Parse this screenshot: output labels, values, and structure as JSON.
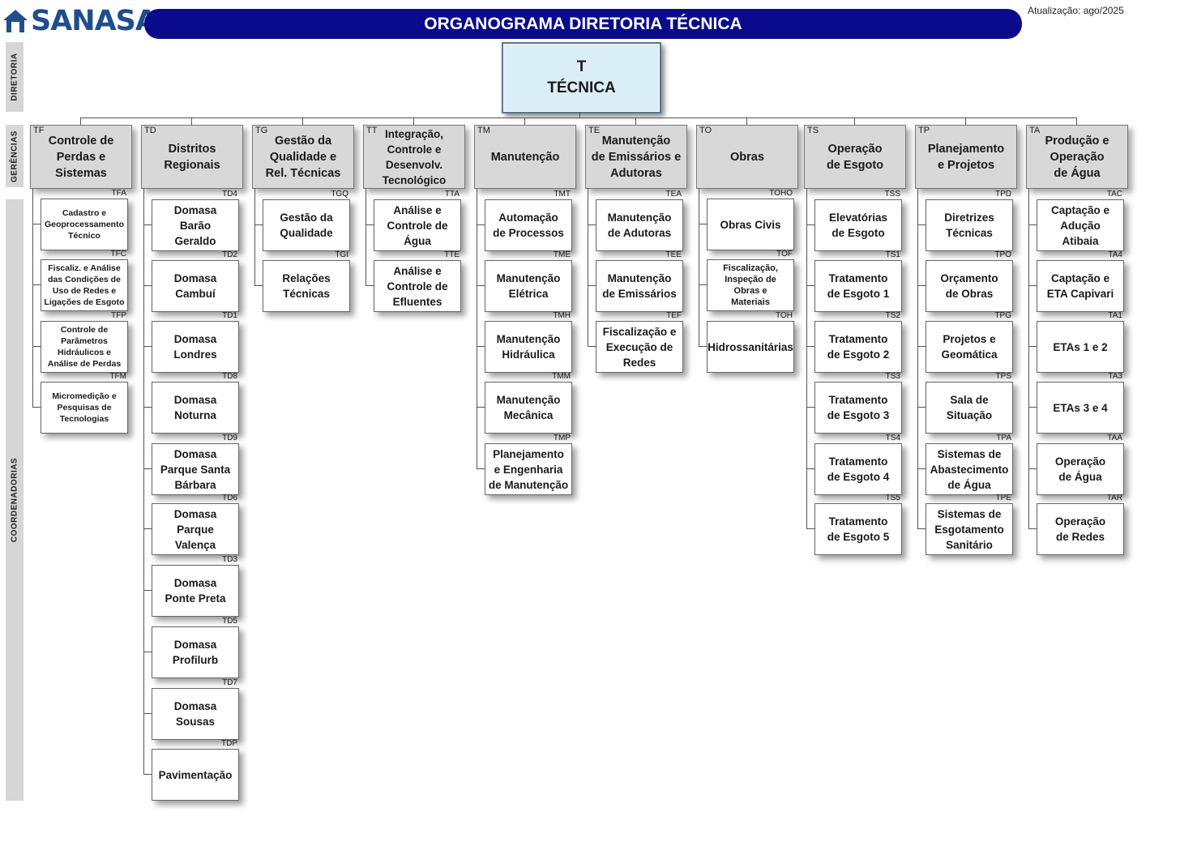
{
  "header": {
    "logo_text": "SANASA",
    "title": "ORGANOGRAMA DIRETORIA TÉCNICA",
    "updated": "Atualização: ago/2025",
    "title_bg": "#0a0a8c",
    "logo_color": "#1f4e8c"
  },
  "side_labels": {
    "directorate": "DIRETORIA",
    "managements": "GERÊNCIAS",
    "coordinations": "COORDENADORIAS"
  },
  "directorate": {
    "code": "T",
    "name": "TÉCNICA",
    "fill": "#daeef7"
  },
  "columns": [
    {
      "code": "TF",
      "name": "Controle de\nPerdas e\nSistemas",
      "units": [
        {
          "code": "TFA",
          "name": "Cadastro e\nGeoprocessamento\nTécnico"
        },
        {
          "code": "TFC",
          "name": "Fiscaliz. e Análise\ndas Condições de\nUso de Redes e\nLigações de Esgoto"
        },
        {
          "code": "TFP",
          "name": "Controle de\nParâmetros\nHidráulicos e\nAnálise de Perdas"
        },
        {
          "code": "TFM",
          "name": "Micromedição e\nPesquisas de\nTecnologias"
        }
      ]
    },
    {
      "code": "TD",
      "name": "Distritos\nRegionais",
      "units": [
        {
          "code": "TD4",
          "name": "Domasa\nBarão\nGeraldo"
        },
        {
          "code": "TD2",
          "name": "Domasa\nCambuí"
        },
        {
          "code": "TD1",
          "name": "Domasa\nLondres"
        },
        {
          "code": "TD8",
          "name": "Domasa\nNoturna"
        },
        {
          "code": "TD9",
          "name": "Domasa\nParque Santa\nBárbara"
        },
        {
          "code": "TD6",
          "name": "Domasa\nParque\nValença"
        },
        {
          "code": "TD3",
          "name": "Domasa\nPonte Preta"
        },
        {
          "code": "TD5",
          "name": "Domasa\nProfilurb"
        },
        {
          "code": "TD7",
          "name": "Domasa\nSousas"
        },
        {
          "code": "TDP",
          "name": "Pavimentação"
        }
      ]
    },
    {
      "code": "TG",
      "name": "Gestão da\nQualidade e\nRel. Técnicas",
      "units": [
        {
          "code": "TGQ",
          "name": "Gestão da\nQualidade"
        },
        {
          "code": "TGI",
          "name": "Relações\nTécnicas"
        }
      ]
    },
    {
      "code": "TT",
      "name": "Integração,\nControle e\nDesenvolv.\nTecnológico",
      "units": [
        {
          "code": "TTA",
          "name": "Análise e\nControle de\nÁgua"
        },
        {
          "code": "TTE",
          "name": "Análise e\nControle de\nEfluentes"
        }
      ]
    },
    {
      "code": "TM",
      "name": "Manutenção",
      "units": [
        {
          "code": "TMT",
          "name": "Automação\nde Processos"
        },
        {
          "code": "TME",
          "name": "Manutenção\nElétrica"
        },
        {
          "code": "TMH",
          "name": "Manutenção\nHidráulica"
        },
        {
          "code": "TMM",
          "name": "Manutenção\nMecânica"
        },
        {
          "code": "TMP",
          "name": "Planejamento\ne Engenharia\nde Manutenção"
        }
      ]
    },
    {
      "code": "TE",
      "name": "Manutenção\nde Emissários e\nAdutoras",
      "units": [
        {
          "code": "TEA",
          "name": "Manutenção\nde Adutoras"
        },
        {
          "code": "TEE",
          "name": "Manutenção\nde Emissários"
        },
        {
          "code": "TEF",
          "name": "Fiscalização e\nExecução de\nRedes"
        }
      ]
    },
    {
      "code": "TO",
      "name": "Obras",
      "units": [
        {
          "code": "TOHO",
          "name": "Obras Civis"
        },
        {
          "code": "TOF",
          "name": "Fiscalização,\nInspeção de\nObras e\nMateriais"
        },
        {
          "code": "TOH",
          "name": "Hidrossanitárias"
        }
      ]
    },
    {
      "code": "TS",
      "name": "Operação\nde Esgoto",
      "units": [
        {
          "code": "TSS",
          "name": "Elevatórias\nde Esgoto"
        },
        {
          "code": "TS1",
          "name": "Tratamento\nde Esgoto 1"
        },
        {
          "code": "TS2",
          "name": "Tratamento\nde Esgoto 2"
        },
        {
          "code": "TS3",
          "name": "Tratamento\nde Esgoto 3"
        },
        {
          "code": "TS4",
          "name": "Tratamento\nde Esgoto 4"
        },
        {
          "code": "TS5",
          "name": "Tratamento\nde Esgoto 5"
        }
      ]
    },
    {
      "code": "TP",
      "name": "Planejamento\ne Projetos",
      "units": [
        {
          "code": "TPD",
          "name": "Diretrizes\nTécnicas"
        },
        {
          "code": "TPO",
          "name": "Orçamento\nde Obras"
        },
        {
          "code": "TPG",
          "name": "Projetos e\nGeomática"
        },
        {
          "code": "TPS",
          "name": "Sala de\nSituação"
        },
        {
          "code": "TPA",
          "name": "Sistemas de\nAbastecimento\nde Água"
        },
        {
          "code": "TPE",
          "name": "Sistemas de\nEsgotamento\nSanitário"
        }
      ]
    },
    {
      "code": "TA",
      "name": "Produção e\nOperação\nde Água",
      "units": [
        {
          "code": "TAC",
          "name": "Captação e\nAdução\nAtibaia"
        },
        {
          "code": "TA4",
          "name": "Captação e\nETA Capivari"
        },
        {
          "code": "TA1",
          "name": "ETAs 1 e 2"
        },
        {
          "code": "TA3",
          "name": "ETAs 3 e 4"
        },
        {
          "code": "TAA",
          "name": "Operação\nde Água"
        },
        {
          "code": "TAR",
          "name": "Operação\nde Redes"
        }
      ]
    }
  ]
}
